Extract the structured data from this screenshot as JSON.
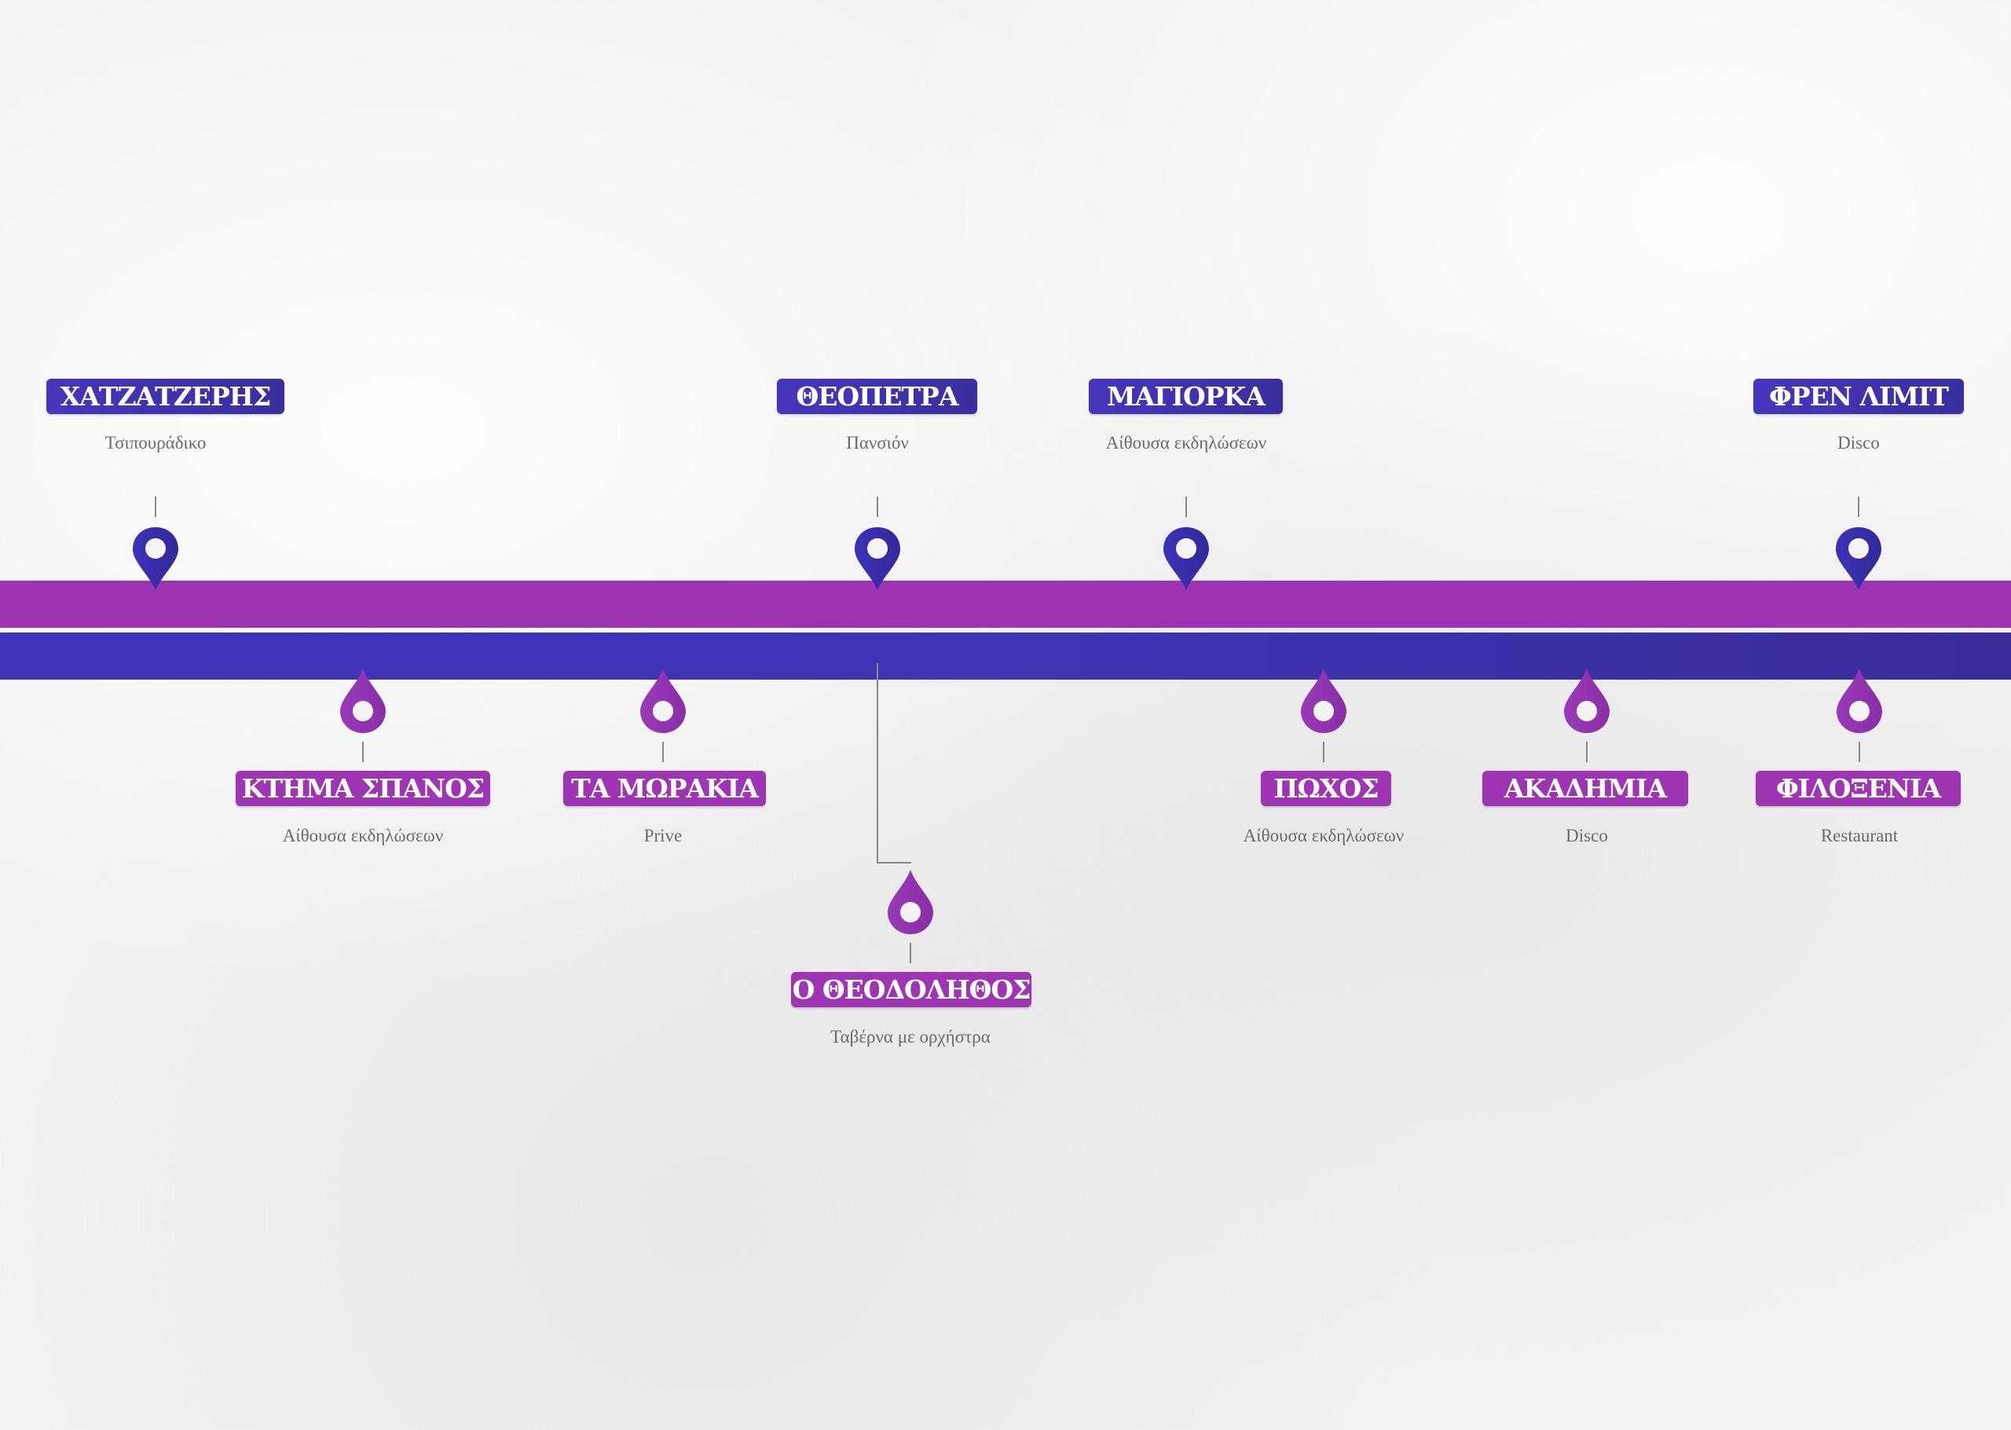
{
  "colors": {
    "blue": "#3f34b3",
    "purple": "#9d35b3",
    "text_gray": "#6a6a6a"
  },
  "top_items": [
    {
      "title": "ΧΑΤΖΑΤΖΕΡΗΣ",
      "subtitle": "Τσιπουράδικο",
      "icon": "map-pin-icon"
    },
    {
      "title": "ΘΕΟΠΕΤΡΑ",
      "subtitle": "Πανσιόν",
      "icon": "map-pin-icon"
    },
    {
      "title": "ΜΑΓΙΟΡΚΑ",
      "subtitle": "Αίθουσα εκδηλώσεων",
      "icon": "map-pin-icon"
    },
    {
      "title": "ΦΡΕΝ ΛΙΜΙΤ",
      "subtitle": "Disco",
      "icon": "map-pin-icon"
    }
  ],
  "bottom_items": [
    {
      "title": "ΚΤΗΜΑ ΣΠΑΝΟΣ",
      "subtitle": "Αίθουσα εκδηλώσεων",
      "icon": "drop-pin-icon"
    },
    {
      "title": "ΤΑ ΜΩΡΑΚΙΑ",
      "subtitle": "Prive",
      "icon": "drop-pin-icon"
    },
    {
      "title": "Ο ΘΕΟΔΟΛΗΘΟΣ",
      "subtitle": "Ταβέρνα με ορχήστρα",
      "icon": "drop-pin-icon"
    },
    {
      "title": "ΠΩΧΟΣ",
      "subtitle": "Αίθουσα εκδηλώσεων",
      "icon": "drop-pin-icon"
    },
    {
      "title": "ΑΚΑΔΗΜΙΑ",
      "subtitle": "Disco",
      "icon": "drop-pin-icon"
    },
    {
      "title": "ΦΙΛΟΞΕΝΙΑ",
      "subtitle": "Restaurant",
      "icon": "drop-pin-icon"
    }
  ]
}
